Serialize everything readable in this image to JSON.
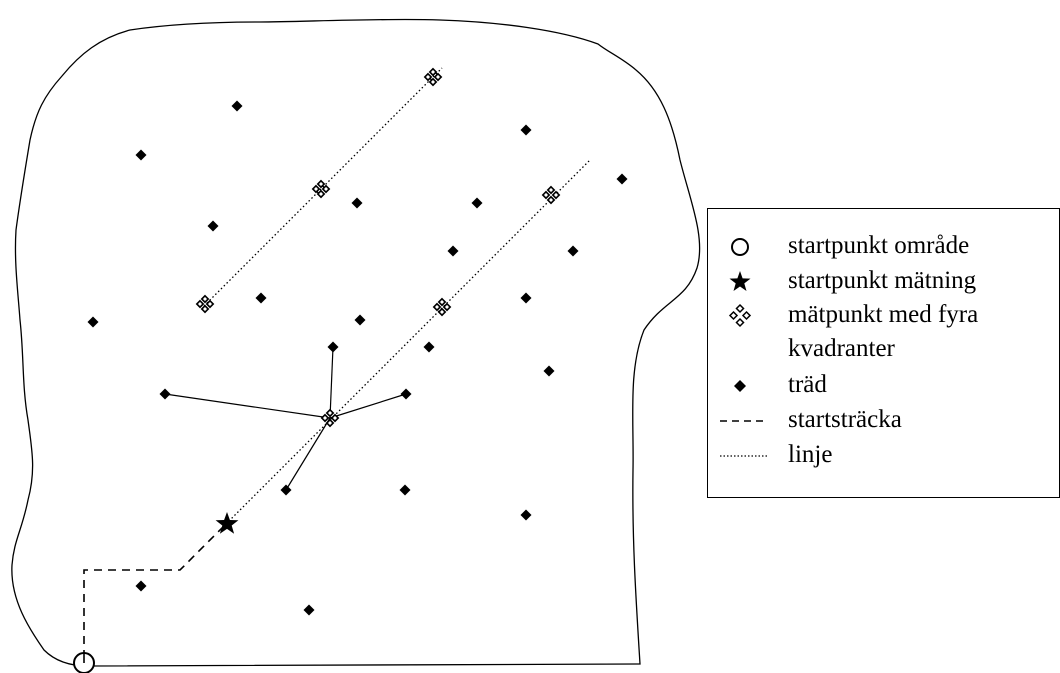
{
  "legend": {
    "items": [
      {
        "symbol": "open-circle",
        "label": "startpunkt område"
      },
      {
        "symbol": "star",
        "label": "startpunkt mätning"
      },
      {
        "symbol": "four-diamond-cluster",
        "label": "mätpunkt med fyra",
        "label_line2": "kvadranter"
      },
      {
        "symbol": "filled-diamond",
        "label": "träd"
      },
      {
        "symbol": "dashed-line",
        "label": "startsträcka"
      },
      {
        "symbol": "dotted-line",
        "label": "linje"
      }
    ]
  }
}
